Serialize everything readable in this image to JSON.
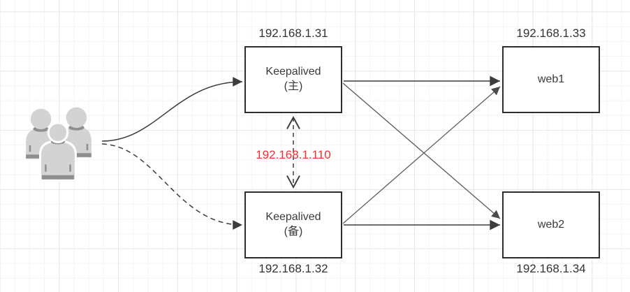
{
  "nodes": {
    "keepalived_master": {
      "title": "Keepalived",
      "subtitle": "(主)",
      "ip": "192.168.1.31"
    },
    "keepalived_backup": {
      "title": "Keepalived",
      "subtitle": "(备)",
      "ip": "192.168.1.32"
    },
    "web1": {
      "title": "web1",
      "ip": "192.168.1.33"
    },
    "web2": {
      "title": "web2",
      "ip": "192.168.1.34"
    }
  },
  "virtual_ip": {
    "label": "192.168.1.110"
  },
  "icons": {
    "users": "users-group-icon"
  },
  "colors": {
    "background": "#ffffff",
    "grid_minor": "#f4f4f4",
    "grid_major": "#e7e7e7",
    "node_border": "#2d2d2d",
    "node_fill": "#ffffff",
    "node_text": "#3a3a3a",
    "ip_text": "#333333",
    "virtual_ip_text": "#f5302e",
    "edge": "#3c3c3c",
    "edge_diagonal": "#5a5a5a",
    "icon_fill": "#d3d3d3",
    "icon_shade": "#8f8f8f"
  }
}
